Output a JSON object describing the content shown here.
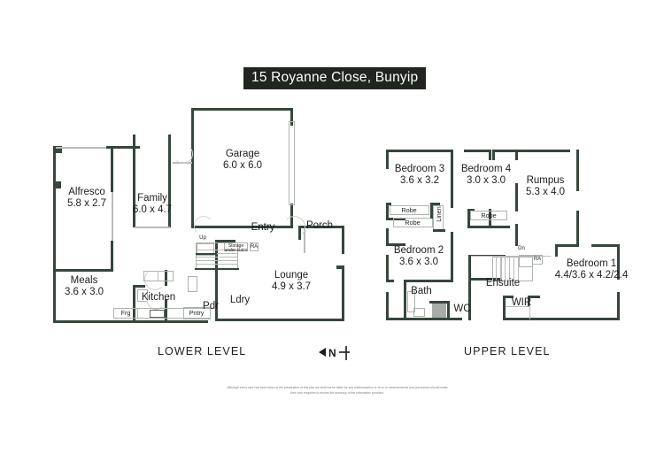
{
  "title": "15 Royanne Close, Bunyip",
  "levels": {
    "lower_label": "LOWER LEVEL",
    "upper_label": "UPPER LEVEL"
  },
  "compass": {
    "letter": "N"
  },
  "disclaimer": "Although every care has been taken in the preparation of this plan we shall not be liable for any misdescription or error or measurements and purchasers should make their own enquiries to ensure the accuracy of the information provided.",
  "lower_level": {
    "rooms": [
      {
        "name": "Alfresco",
        "dimensions": "5.8 x 2.7"
      },
      {
        "name": "Family",
        "dimensions": "6.0 x 4.7"
      },
      {
        "name": "Garage",
        "dimensions": "6.0 x 6.0"
      },
      {
        "name": "Meals",
        "dimensions": "3.6 x 3.0"
      },
      {
        "name": "Kitchen",
        "dimensions": ""
      },
      {
        "name": "Entry",
        "dimensions": ""
      },
      {
        "name": "Porch",
        "dimensions": ""
      },
      {
        "name": "Lounge",
        "dimensions": "4.9 x 3.7"
      },
      {
        "name": "Pdr",
        "dimensions": ""
      },
      {
        "name": "Ldry",
        "dimensions": ""
      }
    ],
    "annotations": {
      "fridge": "Frg",
      "pantry": "Pntry",
      "stair_direction": "Up",
      "under_stairs": "Storage under stairs",
      "return_air": "RA"
    }
  },
  "upper_level": {
    "rooms": [
      {
        "name": "Bedroom 3",
        "dimensions": "3.6 x 3.2"
      },
      {
        "name": "Bedroom 4",
        "dimensions": "3.0 x 3.0"
      },
      {
        "name": "Rumpus",
        "dimensions": "5.3 x 4.0"
      },
      {
        "name": "Bedroom 2",
        "dimensions": "3.6 x 3.0"
      },
      {
        "name": "Bedroom 1",
        "dimensions": "4.4/3.6 x 4.2/2.4"
      },
      {
        "name": "Bath",
        "dimensions": ""
      },
      {
        "name": "Ensuite",
        "dimensions": ""
      },
      {
        "name": "WC",
        "dimensions": ""
      },
      {
        "name": "WIR",
        "dimensions": ""
      }
    ],
    "annotations": {
      "robe_1": "Robe",
      "robe_2": "Robe",
      "robe_3": "Robe",
      "linen": "Linen",
      "stair_direction": "Dn",
      "return_air": "RA"
    }
  },
  "colors": {
    "wall": "#36463b",
    "title_bg": "#20251f",
    "title_text": "#ffffff",
    "text": "#1d1d1d"
  }
}
